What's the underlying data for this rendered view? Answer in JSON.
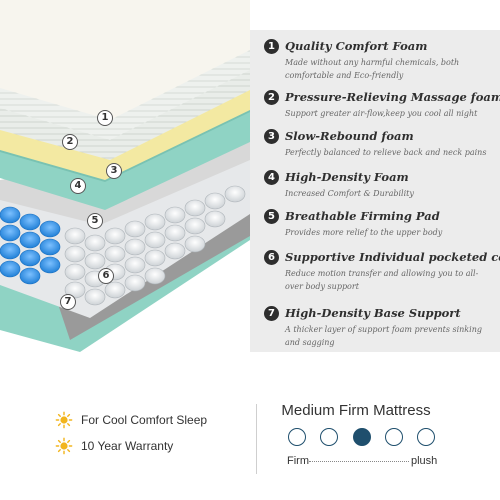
{
  "layers": [
    {
      "num": "1",
      "title": "Quality Comfort Foam",
      "desc": "Made without any harmful chemicals, both comfortable and Eco-friendly"
    },
    {
      "num": "2",
      "title": "Pressure-Relieving Massage foam",
      "desc": "Support greater air-flow,keep you cool all night"
    },
    {
      "num": "3",
      "title": "Slow-Rebound foam",
      "desc": "Perfectly balanced to relieve back and neck pains"
    },
    {
      "num": "4",
      "title": "High-Density Foam",
      "desc": "Increased Comfort & Durability"
    },
    {
      "num": "5",
      "title": "Breathable Firming Pad",
      "desc": "Provides more relief to the upper body"
    },
    {
      "num": "6",
      "title": "Supportive Individual pocketed coils",
      "desc": "Reduce motion transfer and allowing you to all-over body support"
    },
    {
      "num": "7",
      "title": "High-Density Base Support",
      "desc": "A thicker layer of support foam prevents sinking and sagging"
    }
  ],
  "perks": [
    {
      "icon": "sun-icon",
      "label": "For Cool Comfort Sleep"
    },
    {
      "icon": "sun-icon",
      "label": "10 Year Warranty"
    }
  ],
  "firmness": {
    "title": "Medium Firm Mattress",
    "levels": 5,
    "selected_level": 3,
    "low_label": "Firm",
    "high_label": "plush"
  },
  "colors": {
    "accent": "#1f4f6d",
    "sun": "#f2b51e",
    "coil_blue": "#2f8ee0",
    "mint": "#8fd3c4",
    "yellow": "#f3e9a2"
  }
}
